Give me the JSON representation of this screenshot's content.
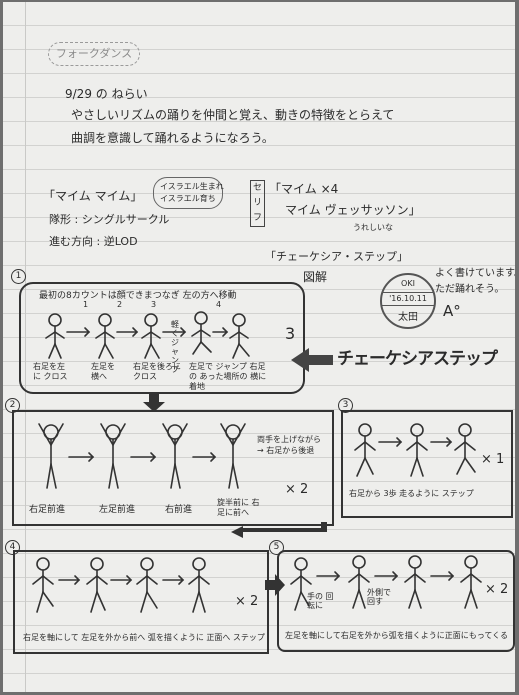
{
  "title_tag": "フォークダンス",
  "aim": {
    "date_heading": "9/29 の ねらい",
    "line1": "やさしいリズムの踊りを仲間と覚え、動きの特徴をとらえて",
    "line2": "曲調を意識して踊れるようになろう。"
  },
  "dance": {
    "name": "「マイム マイム」",
    "origin_note_1": "イスラエル生まれ",
    "origin_note_2": "イスラエル育ち",
    "formation": "隊形 : シングルサークル",
    "direction": "進む方向 : 逆LOD"
  },
  "serif": {
    "label": "セリフ",
    "line1": "「マイム ×4",
    "line2": "マイム ヴェッサッソン」",
    "line3": "うれしいな"
  },
  "diagram_heading": {
    "line1": "「チェーケシア・ステップ」",
    "line2": "図解"
  },
  "stamp": {
    "top": "OKI",
    "date": "'16.10.11",
    "name": "太田"
  },
  "teacher_comment": {
    "line1": "よく書けています。",
    "line2": "ただ踊れそう。",
    "grade": "A°"
  },
  "step1": {
    "number": "1",
    "instruction": "最初の8カウントは顔できまつなぎ 左の方へ移動",
    "counts": [
      "1",
      "2",
      "3",
      "4"
    ],
    "annotation": "軽く ジャンプ",
    "repeat": "3",
    "label_a": "右足を左に クロス",
    "label_b": "左足を 横へ",
    "label_c": "右足を後ろに クロス",
    "label_d": "左足で ジャンプ 右足の あった場所の 横に 着地",
    "banner": "チェーケシアステップ"
  },
  "step2": {
    "number": "2",
    "labels": [
      "右足前進",
      "左足前進",
      "右前進",
      "旋半前に 右足に前へ"
    ],
    "side_note": "両手を上げながら → 右足から後退",
    "multiplier": "× 2"
  },
  "step3": {
    "number": "3",
    "caption": "右足から 3歩 走るように ステップ",
    "multiplier": "× 1"
  },
  "step4": {
    "number": "4",
    "caption": "右足を軸にして 左足を外から前へ 弧を描くように 正面へ ステップ",
    "multiplier": "× 2"
  },
  "step5": {
    "number": "5",
    "note_a": "手の 回転に",
    "note_b": "外側で 回す",
    "caption": "左足を軸にして右足を外から弧を描くように正面にもってくる",
    "multiplier": "× 2"
  }
}
